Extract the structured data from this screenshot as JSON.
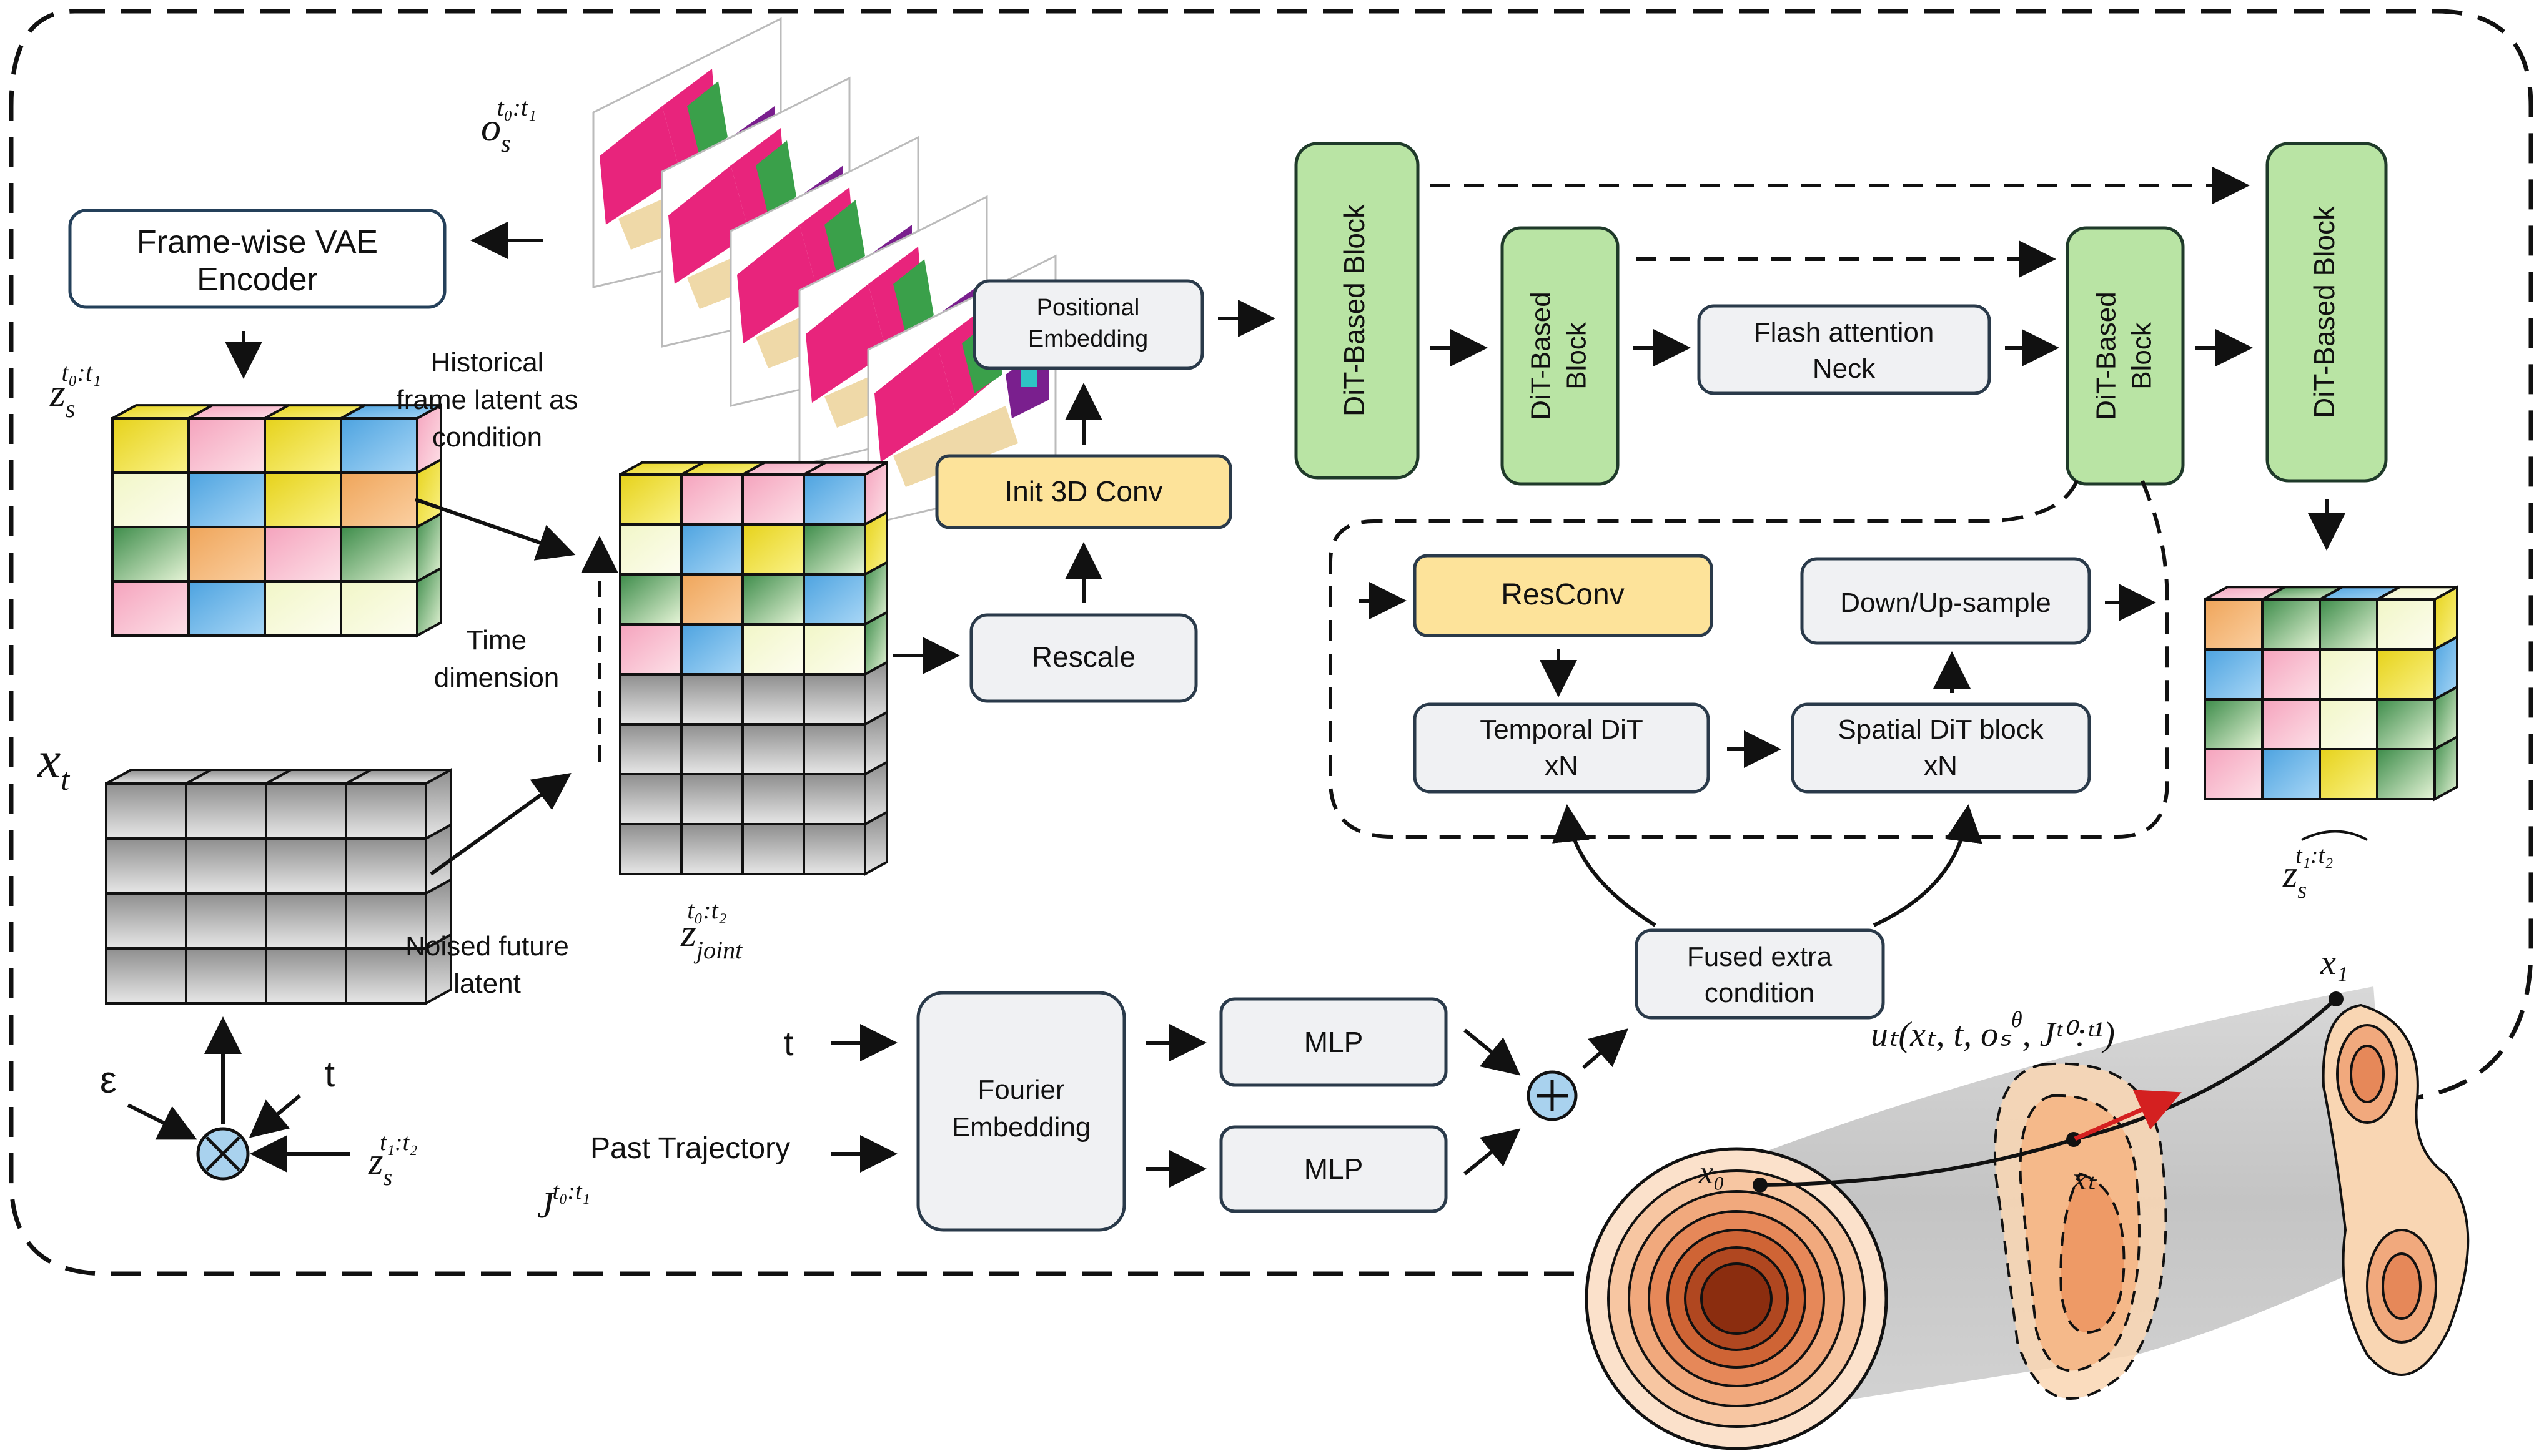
{
  "blocks": {
    "vae": [
      "Frame-wise VAE",
      "Encoder"
    ],
    "pos_embed": [
      "Positional",
      "Embedding"
    ],
    "init_conv": "Init 3D Conv",
    "rescale": "Rescale",
    "dit_big": [
      "DiT-Based Block"
    ],
    "dit_small": [
      "DiT-Based",
      "Block"
    ],
    "flash": [
      "Flash attention",
      "Neck"
    ],
    "resconv": "ResConv",
    "downup": "Down/Up-sample",
    "temporal": [
      "Temporal DiT",
      "xN"
    ],
    "spatial": [
      "Spatial DiT block",
      "xN"
    ],
    "fused": [
      "Fused extra",
      "condition"
    ],
    "fourier": [
      "Fourier",
      "Embedding"
    ],
    "mlp": "MLP"
  },
  "labels": {
    "historical": [
      "Historical",
      "frame latent as",
      "condition"
    ],
    "time_dim": [
      "Time",
      "dimension"
    ],
    "noised": [
      "Noised future",
      "latent"
    ],
    "t": "t",
    "past_traj": "Past Trajectory",
    "epsilon": "ε"
  },
  "math": {
    "o_s": "o",
    "o_s_sub": "s",
    "o_s_sup": "t₀:t₁",
    "z_s": "z",
    "z_s_sub": "s",
    "z_s_sup": "t₀:t₁",
    "x_t": "x",
    "x_t_sub": "t",
    "z_joint": "z",
    "z_joint_sub": "joint",
    "z_joint_sup": "t₀:t₂",
    "z_future": "z",
    "z_future_sub": "s",
    "z_future_sup": "t₁:t₂",
    "z_out": "z",
    "z_out_sub": "s",
    "z_out_sup": "t₁:t₂",
    "J": "J",
    "J_sup": "t₀:t₁",
    "u_expr": "uₜ(xₜ, t, oₛ",
    "u_sup": "θ",
    "u_expr_tail": ", Jᵗ⁰:ᵗ¹)",
    "x0": "x₀",
    "x1": "x₁",
    "xt_flow": "xₜ"
  },
  "colors": {
    "dit_green": "#b9e4a4",
    "yellow": "#fde39a",
    "gray_box": "#f0f1f3",
    "pink": "#e8247c",
    "orange_dark": "#8b2d0f",
    "orange_light": "#f9d6b3"
  },
  "icons": [
    "otimes-icon",
    "oplus-icon",
    "arrow-icon"
  ]
}
